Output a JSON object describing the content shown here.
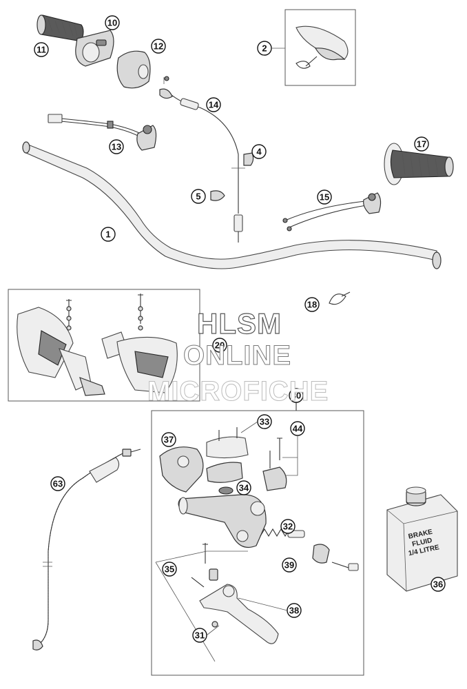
{
  "watermark": {
    "line1": "HLSM",
    "line2": "ONLINE",
    "line3": "MICROFICHE"
  },
  "bottle_label": {
    "l1": "BRAKE",
    "l2": "FLUID",
    "l3": "1/4 LITRE"
  },
  "callouts": {
    "c1": "1",
    "c2": "2",
    "c4": "4",
    "c5": "5",
    "c10": "10",
    "c11": "11",
    "c12": "12",
    "c13": "13",
    "c14": "14",
    "c15": "15",
    "c17": "17",
    "c18": "18",
    "c20": "20",
    "c30": "30",
    "c31": "31",
    "c32": "32",
    "c33": "33",
    "c34": "34",
    "c35": "35",
    "c36": "36",
    "c37": "37",
    "c38": "38",
    "c39": "39",
    "c44": "44",
    "c63": "63"
  }
}
